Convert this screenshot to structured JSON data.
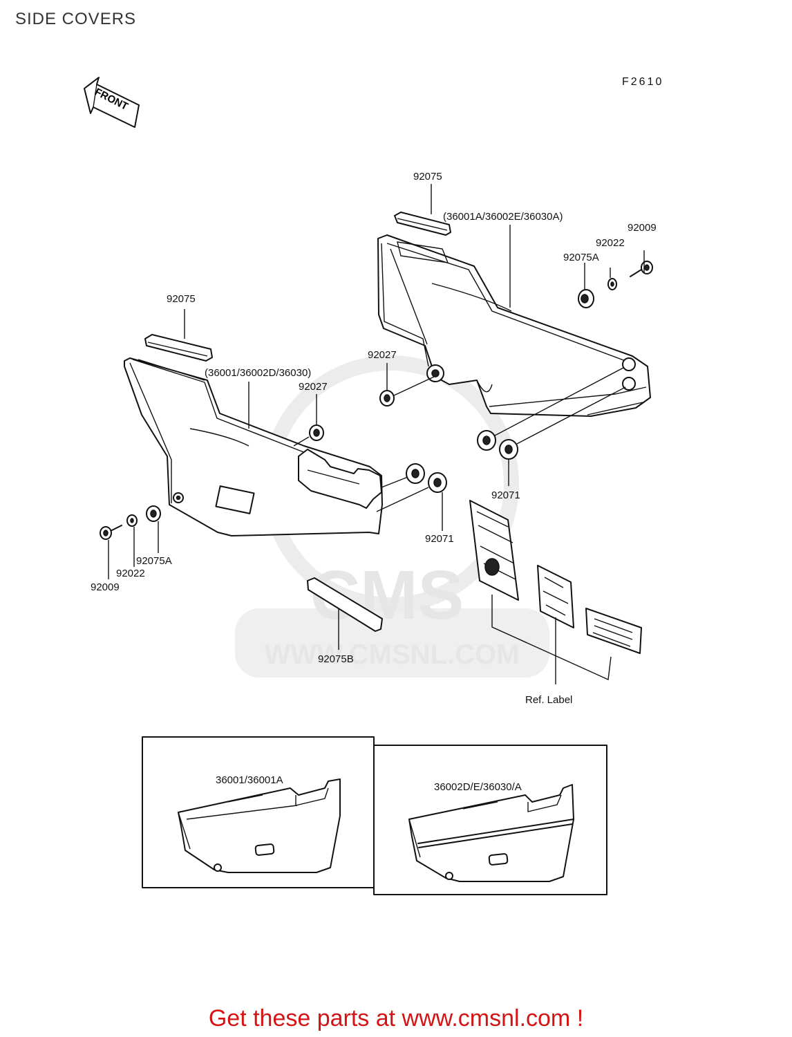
{
  "page": {
    "title": "SIDE COVERS"
  },
  "diagram": {
    "figure_code": "F2610",
    "front_arrow": "FRONT",
    "watermark": {
      "logo": "CMS",
      "url": "WWW.CMSNL.COM"
    },
    "callouts": {
      "right_pad": "92075",
      "right_cover_set": "(36001A/36002E/36030A)",
      "right_bolt": "92009",
      "right_washer": "92022",
      "right_grommet_a": "92075A",
      "left_pad": "92075",
      "right_damper": "92027",
      "left_cover_set": "(36001/36002D/36030)",
      "left_damper": "92027",
      "right_grommet": "92071",
      "left_grommet": "92071",
      "left_grommet_a": "92075A",
      "left_washer": "92022",
      "left_bolt": "92009",
      "pad_b": "92075B",
      "ref_label": "Ref. Label"
    },
    "insets": {
      "left_title": "36001/36001A",
      "right_title": "36002D/E/36030/A"
    }
  },
  "footer": {
    "promo": "Get these parts at www.cmsnl.com !"
  }
}
